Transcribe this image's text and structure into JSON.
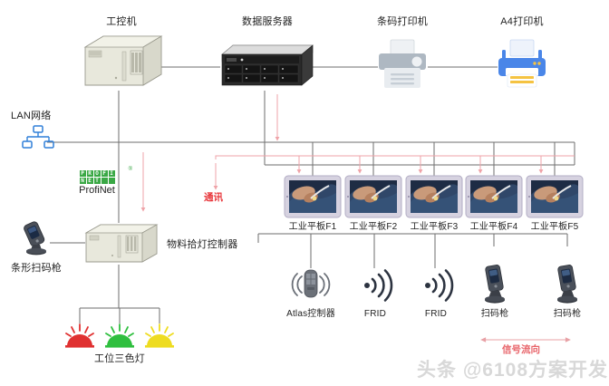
{
  "diagram": {
    "title_watermark": "头条 @6108方案开发",
    "colors": {
      "line_gray": "#6d6d6d",
      "signal_red": "#f0a0a5",
      "accent_red": "#e8373c",
      "lan_blue": "#2f7fd8",
      "profinet_green": "#3aa845",
      "light_red": "#e03131",
      "light_green": "#2fbf3f",
      "light_yellow": "#eedc20"
    }
  },
  "nodes": {
    "ipc": {
      "label": "工控机",
      "icon": "industrial-pc-icon"
    },
    "server": {
      "label": "数据服务器",
      "icon": "rack-server-icon"
    },
    "barcode_printer": {
      "label": "条码打印机",
      "icon": "printer-icon"
    },
    "a4_printer": {
      "label": "A4打印机",
      "icon": "printer-icon"
    },
    "lan": {
      "label": "LAN网络",
      "icon": "network-tree-icon"
    },
    "profinet": {
      "label": "ProfiNet",
      "logo_text": "PROFI NET",
      "icon": "profinet-logo-icon"
    },
    "comm": {
      "label": "通讯"
    },
    "pick_controller": {
      "label": "物料拾灯控制器",
      "icon": "controller-box-icon"
    },
    "barcode_scanner_left": {
      "label": "条形扫码枪",
      "icon": "barcode-scanner-icon"
    },
    "tricolor_light": {
      "label": "工位三色灯",
      "icon": "tricolor-lamp-icon"
    }
  },
  "tablets": [
    {
      "label": "工业平板F1",
      "icon": "tablet-icon"
    },
    {
      "label": "工业平板F2",
      "icon": "tablet-icon"
    },
    {
      "label": "工业平板F3",
      "icon": "tablet-icon"
    },
    {
      "label": "工业平板F4",
      "icon": "tablet-icon"
    },
    {
      "label": "工业平板F5",
      "icon": "tablet-icon"
    }
  ],
  "devices": [
    {
      "label": "Atlas控制器",
      "icon": "atlas-controller-icon"
    },
    {
      "label": "FRID",
      "icon": "rfid-wave-icon"
    },
    {
      "label": "FRID",
      "icon": "rfid-wave-icon"
    },
    {
      "label": "扫码枪",
      "icon": "handheld-scanner-icon"
    },
    {
      "label": "扫码枪",
      "icon": "handheld-scanner-icon"
    }
  ],
  "legend": {
    "label": "信号流向"
  }
}
